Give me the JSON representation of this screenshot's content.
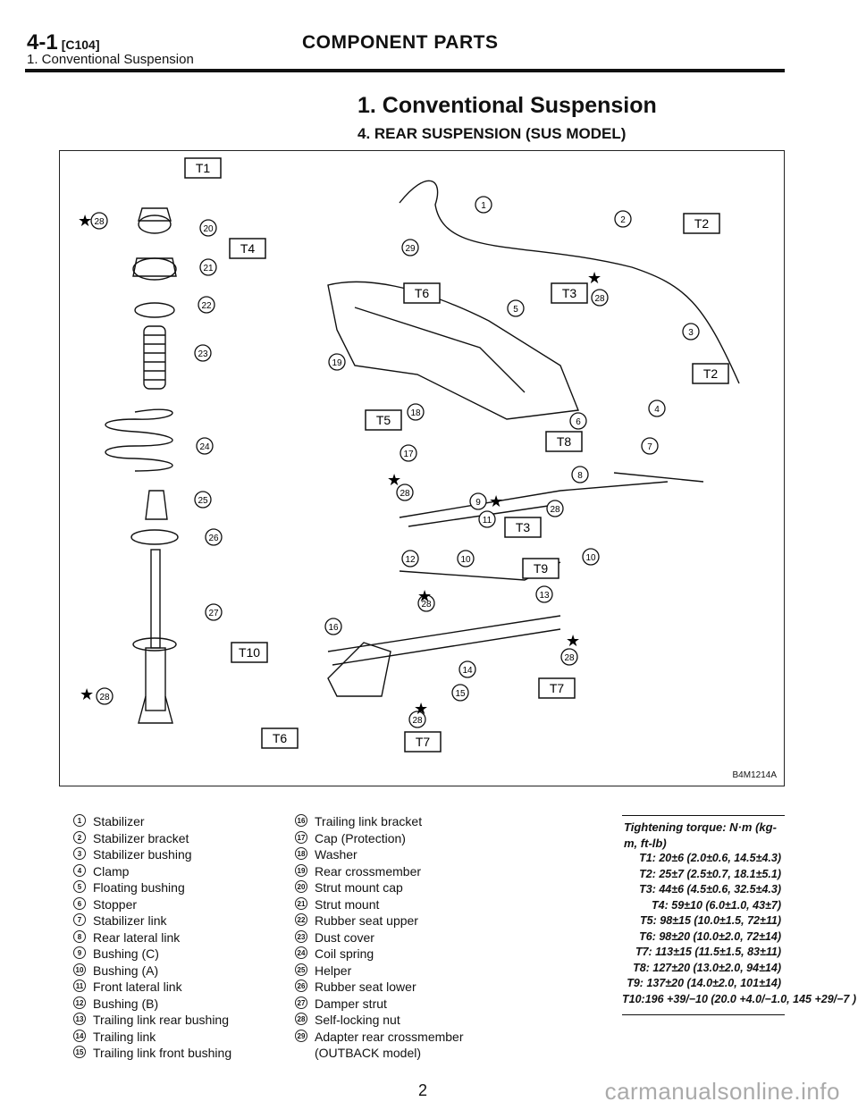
{
  "header": {
    "code": "4-1",
    "ref": "[C104]",
    "section_title": "COMPONENT PARTS",
    "subsection": "1. Conventional Suspension"
  },
  "title": "1. Conventional Suspension",
  "subtitle": "4. REAR SUSPENSION (SUS MODEL)",
  "figure": {
    "id": "B4M1214A",
    "torque_boxes": [
      "T1",
      "T4",
      "T6",
      "T3",
      "T2",
      "T2",
      "T5",
      "T8",
      "T3",
      "T9",
      "T10",
      "T7",
      "T6",
      "T7"
    ],
    "callouts": [
      "28",
      "20",
      "21",
      "22",
      "23",
      "24",
      "25",
      "26",
      "27",
      "28",
      "1",
      "2",
      "29",
      "5",
      "28",
      "3",
      "19",
      "18",
      "4",
      "17",
      "6",
      "7",
      "28",
      "8",
      "9",
      "28",
      "11",
      "12",
      "10",
      "10",
      "28",
      "13",
      "16",
      "14",
      "28",
      "15",
      "28"
    ],
    "star": "★"
  },
  "parts_left": [
    {
      "num": "1",
      "name": "Stabilizer"
    },
    {
      "num": "2",
      "name": "Stabilizer bracket"
    },
    {
      "num": "3",
      "name": "Stabilizer bushing"
    },
    {
      "num": "4",
      "name": "Clamp"
    },
    {
      "num": "5",
      "name": "Floating bushing"
    },
    {
      "num": "6",
      "name": "Stopper"
    },
    {
      "num": "7",
      "name": "Stabilizer link"
    },
    {
      "num": "8",
      "name": "Rear lateral link"
    },
    {
      "num": "9",
      "name": "Bushing (C)"
    },
    {
      "num": "10",
      "name": "Bushing (A)"
    },
    {
      "num": "11",
      "name": "Front lateral link"
    },
    {
      "num": "12",
      "name": "Bushing (B)"
    },
    {
      "num": "13",
      "name": "Trailing link rear bushing"
    },
    {
      "num": "14",
      "name": "Trailing link"
    },
    {
      "num": "15",
      "name": "Trailing link front bushing"
    }
  ],
  "parts_right": [
    {
      "num": "16",
      "name": "Trailing link bracket"
    },
    {
      "num": "17",
      "name": "Cap (Protection)"
    },
    {
      "num": "18",
      "name": "Washer"
    },
    {
      "num": "19",
      "name": "Rear crossmember"
    },
    {
      "num": "20",
      "name": "Strut mount cap"
    },
    {
      "num": "21",
      "name": "Strut mount"
    },
    {
      "num": "22",
      "name": "Rubber seat upper"
    },
    {
      "num": "23",
      "name": "Dust cover"
    },
    {
      "num": "24",
      "name": "Coil spring"
    },
    {
      "num": "25",
      "name": "Helper"
    },
    {
      "num": "26",
      "name": "Rubber seat lower"
    },
    {
      "num": "27",
      "name": "Damper strut"
    },
    {
      "num": "28",
      "name": "Self-locking nut"
    },
    {
      "num": "29",
      "name": "Adapter rear crossmember"
    },
    {
      "num": "",
      "name": "(OUTBACK model)"
    }
  ],
  "torque": {
    "heading": "Tightening torque: N·m (kg-m, ft-lb)",
    "values": [
      "T1: 20±6 (2.0±0.6, 14.5±4.3)",
      "T2: 25±7 (2.5±0.7, 18.1±5.1)",
      "T3: 44±6 (4.5±0.6, 32.5±4.3)",
      "T4: 59±10 (6.0±1.0, 43±7)",
      "T5: 98±15 (10.0±1.5, 72±11)",
      "T6: 98±20 (10.0±2.0, 72±14)",
      "T7: 113±15 (11.5±1.5, 83±11)",
      "T8: 127±20 (13.0±2.0, 94±14)",
      "T9: 137±20 (14.0±2.0, 101±14)",
      "T10:196 +39/−10 (20.0 +4.0/−1.0, 145 +29/−7 )"
    ]
  },
  "page_number": "2",
  "watermark": "carmanualsonline.info"
}
